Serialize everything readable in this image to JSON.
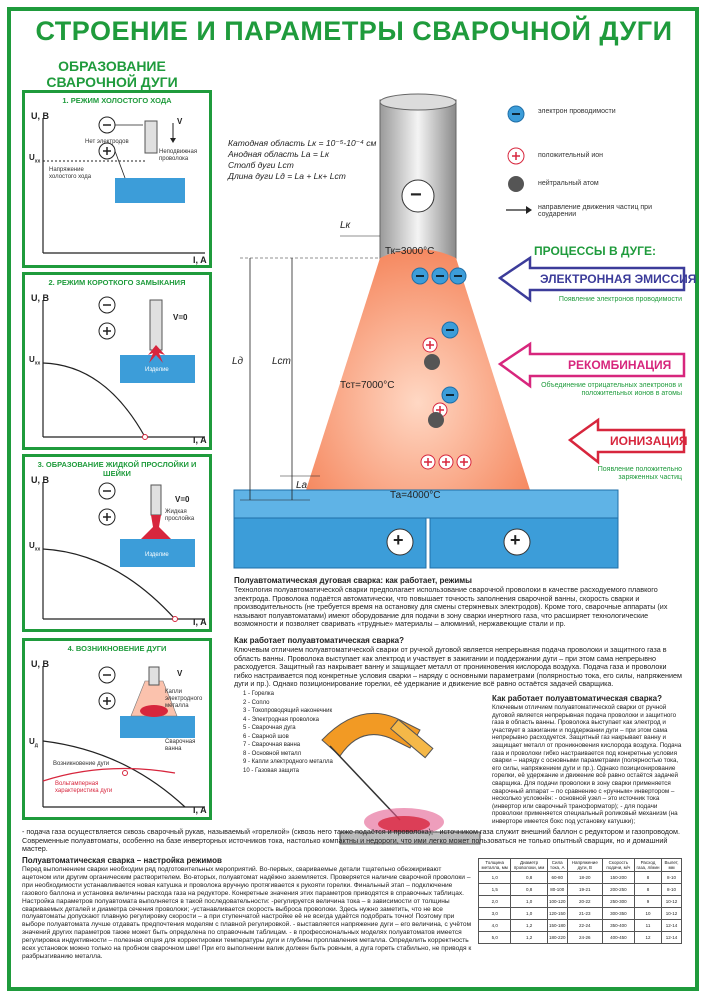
{
  "title": "СТРОЕНИЕ И ПАРАМЕТРЫ СВАРОЧНОЙ ДУГИ",
  "subtitle": "ОБРАЗОВАНИЕ СВАРОЧНОЙ ДУГИ",
  "colors": {
    "green": "#1f9b3c",
    "blue": "#3c9dd9",
    "red": "#d7263d",
    "orange": "#f47c50"
  },
  "panels": [
    {
      "title": "1. РЕЖИМ ХОЛОСТОГО ХОДА",
      "y_axis": "U, B",
      "x_axis": "I, A",
      "ux": "U",
      "ux_sub": "хх",
      "v_label": "V",
      "note1": "Нет электродов",
      "note2": "Напряжение холостого хода",
      "note3": "Неподвижная проволока"
    },
    {
      "title": "2. РЕЖИМ КОРОТКОГО ЗАМЫКАНИЯ",
      "y_axis": "U, B",
      "x_axis": "I, A",
      "ux": "U",
      "ux_sub": "хх",
      "v_label": "V",
      "v_value": "=0",
      "part": "Изделие"
    },
    {
      "title": "3. ОБРАЗОВАНИЕ ЖИДКОЙ ПРОСЛОЙКИ И ШЕЙКИ",
      "y_axis": "U, B",
      "x_axis": "I, A",
      "ux": "U",
      "ux_sub": "хх",
      "v_label": "V",
      "v_value": "=0",
      "part": "Изделие",
      "note": "Жидкая прослойка"
    },
    {
      "title": "4. ВОЗНИКНОВЕНИЕ ДУГИ",
      "y_axis": "U, B",
      "x_axis": "I, A",
      "ux": "U",
      "ux_sub": "д",
      "v_label": "V",
      "note1": "Капли электродного металла",
      "note2": "Сварочная ванна",
      "note3": "Возникновение дуги",
      "note4": "Вольтамперная характеристика дуги"
    }
  ],
  "formulas": [
    "Катодная область Lк = 10⁻⁵-10⁻⁴ см",
    "Анодная область Lа = Lк",
    "Столб дуги Lст",
    "Длина дуги Lд = Lа + Lк+ Lст"
  ],
  "electrode_minus": "−",
  "temps": {
    "cathode": "Тк=3000°С",
    "column": "Тст=7000°С",
    "anode": "Та=4000°С"
  },
  "dims": {
    "lk": "Lк",
    "ld": "Lд",
    "lst": "Lст",
    "la": "Lа"
  },
  "legend": [
    {
      "icon": "electron-icon",
      "label": "электрон проводимости"
    },
    {
      "icon": "positive-ion-icon",
      "label": "положительный ион"
    },
    {
      "icon": "neutral-atom-icon",
      "label": "нейтральный атом"
    },
    {
      "icon": "arrow-icon",
      "label": "направление движения частиц при соударении"
    }
  ],
  "processes": {
    "title": "ПРОЦЕССЫ В ДУГЕ:",
    "items": [
      {
        "label": "ЭЛЕКТРОННАЯ ЭМИССИЯ",
        "sub": "Появление электронов проводимости",
        "color": "#3c3c9a"
      },
      {
        "label": "РЕКОМБИНАЦИЯ",
        "sub": "Объединение отрицательных электронов и положительных ионов в атомы",
        "color": "#d7267d"
      },
      {
        "label": "ИОНИЗАЦИЯ",
        "sub": "Появление положительно заряженных частиц",
        "color": "#d7263d"
      }
    ]
  },
  "plus": "+",
  "section1": {
    "heading": "Полуавтоматическая дуговая сварка: как работает, режимы",
    "body": "Технология полуавтоматической сварки предполагает использование сварочной проволоки в качестве расходуемого плавкого электрода. Проволока подаётся автоматически, что повышает точность заполнения сварочной ванны, скорость сварки и производительность (не требуется время на остановку для смены стержневых электродов). Кроме того, сварочные аппараты (их называют полуавтоматами) имеют оборудование для подачи в зону сварки инертного газа, что расширяет технологические возможности и позволяет сваривать «трудные» материалы – алюминий, нержавеющие стали и пр."
  },
  "section2": {
    "heading": "Как работает полуавтоматическая сварка?",
    "body": "Ключевым отличием полуавтоматической сварки от ручной дуговой является непрерывная подача проволоки и защитного газа в область ванны. Проволока выступает как электрод и участвует в зажигании и поддержании дуги – при этом сама непрерывно расходуется. Защитный газ накрывает ванну и защищает металл от проникновения кислорода воздуха. Подача газа и проволоки гибко настраивается под конкретные условия сварки – наряду с основными параметрами (полярностью тока, его силы, напряжением дуги и пр.). Однако позиционирование горелки, её удержание и движение всё равно остаётся задачей сварщика."
  },
  "section3": {
    "heading": "Как работает полуавтоматическая сварка?",
    "body": "Ключевым отличием полуавтоматической сварки от ручной дуговой является непрерывная подача проволоки и защитного газа в область ванны. Проволока выступает как электрод и участвует в зажигании и поддержании дуги – при этом сама непрерывно расходуется. Защитный газ накрывает ванну и защищает металл от проникновения кислорода воздуха. Подача газа и проволоки гибко настраивается под конкретные условия сварки – наряду с основными параметрами (полярностью тока, его силы, напряжением дуги и пр.). Однако позиционирование горелки, её удержание и движение всё равно остаётся задачей сварщика. Для подачи проволоки в зону сварки применяется сварочный аппарат – по сравнению с «ручным» инвертором – несколько усложнён: - основной узел – это источник тока (инвертор или сварочный трансформатор); - для подачи проволоки применяется специальный роликовый механизм (на инверторе имеется бокс под установку катушки);"
  },
  "torch_legend": [
    "1 - Горелка",
    "2 - Сопло",
    "3 - Токопроводящий наконечник",
    "4 - Электродная проволока",
    "5 - Сварочная дуга",
    "6 - Сварной шов",
    "7 - Сварочная ванна",
    "8 - Основной металл",
    "9 - Капли электродного металла",
    "10 - Газовая защита"
  ],
  "bottom_text": "- подача газа осуществляется сквозь сварочный рукав, называемый «горелкой» (сквозь него также подаётся и проволока); - источником газа служит внешний баллон с редуктором и газопроводом. Современные полуавтоматы, особенно на базе инверторных источников тока, настолько компактны и недороги, что ими легко может пользоваться не только опытный сварщик, но и домашний мастер.",
  "section4": {
    "heading": "Полуавтоматическая сварка – настройка режимов",
    "body": "Перед выполнением сварки необходим ряд подготовительных мероприятий. Во-первых, свариваемые детали тщательно обезжиривают ацетоном или другим органическим растворителем. Во-вторых, полуавтомат надёжно заземляется. Проверяется наличие сварочной проволоки – при необходимости устанавливается новая катушка и проволока вручную протягивается к рукояти горелки. Финальный этап – подключение газового баллона и установка величины расхода газа на редукторе. Конкретные значения этих параметров приводятся в справочных таблицах. Настройка параметров полуавтомата выполняется в такой последовательности: -регулируется величина тока – в зависимости от толщины свариваемых деталей и диаметра сечения проволоки; -устанавливается скорость выброса проволоки. Здесь нужно заметить, что не все полуавтоматы допускают плавную регулировку скорости – а при ступенчатой настройке её не всегда удаётся подобрать точно! Поэтому при выборе полуавтомата лучше отдавать предпочтения моделям с плавной регулировкой. - выставляется напряжение дуги – его величина, с учётом значений других параметров также может быть определена по справочным таблицам. - в профессиональных моделях полуавтоматов имеется регулировка индуктивности – полезная опция для корректировки температуры дуги и глубины проплавления металла. Определить корректность всех установок можно только на пробном сварочном шве! При его выполнении валик должен быть ровным, а дуга гореть стабильно, не приводя к разбрызгиванию металла."
  },
  "table": {
    "headers": [
      "Толщина металла, мм",
      "Диаметр проволоки, мм",
      "Сила тока, А",
      "Напряжение дуги, В",
      "Скорость подачи, м/ч",
      "Расход газа, л/мин",
      "Вылет, мм"
    ],
    "rows": [
      [
        "1,0",
        "0,8",
        "60-80",
        "18-20",
        "150-200",
        "8",
        "8-10"
      ],
      [
        "1,5",
        "0,8",
        "80-100",
        "19-21",
        "200-250",
        "8",
        "8-10"
      ],
      [
        "2,0",
        "1,0",
        "100-120",
        "20-22",
        "250-300",
        "9",
        "10-12"
      ],
      [
        "3,0",
        "1,0",
        "120-150",
        "21-23",
        "300-350",
        "10",
        "10-12"
      ],
      [
        "4,0",
        "1,2",
        "150-180",
        "22-24",
        "350-400",
        "11",
        "12-14"
      ],
      [
        "5,0",
        "1,2",
        "180-220",
        "24-26",
        "400-450",
        "12",
        "12-14"
      ]
    ]
  }
}
